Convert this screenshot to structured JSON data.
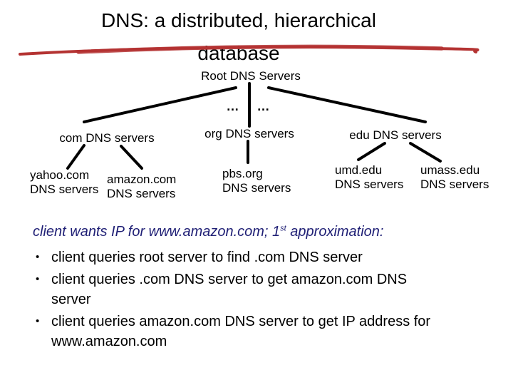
{
  "theme": {
    "accent_red": "#b43332",
    "heading_navy": "#1f1f75",
    "text_black": "#000000"
  },
  "slide": {
    "title_line1": "DNS: a distributed, hierarchical",
    "title_line2": "database"
  },
  "tree": {
    "root_label": "Root DNS Servers",
    "ellipsis_left": "…",
    "ellipsis_right": "…",
    "level2": [
      {
        "label": "com DNS servers"
      },
      {
        "label": "org DNS servers"
      },
      {
        "label": "edu DNS servers"
      }
    ],
    "leaves": [
      {
        "line1": "yahoo.com",
        "line2": "DNS servers"
      },
      {
        "line1": "amazon.com",
        "line2": "DNS servers"
      },
      {
        "line1": "pbs.org",
        "line2": "DNS servers"
      },
      {
        "line1": "umd.edu",
        "line2": "DNS servers"
      },
      {
        "line1": "umass.edu",
        "line2": "DNS servers"
      }
    ]
  },
  "body": {
    "heading_prefix": "client wants IP for www.amazon.com; 1",
    "heading_sup": "st",
    "heading_suffix": " approximation:",
    "bullets": [
      {
        "lines": [
          "client queries root server to find .com DNS server"
        ]
      },
      {
        "lines": [
          "client queries .com DNS server to get amazon.com DNS",
          "server"
        ]
      },
      {
        "lines": [
          "client queries amazon.com DNS server to get  IP address for",
          "www.amazon.com"
        ]
      }
    ]
  }
}
